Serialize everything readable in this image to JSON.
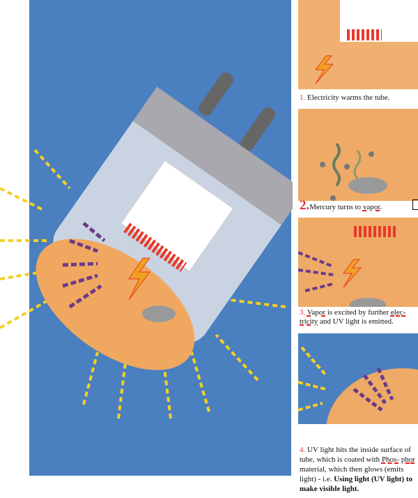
{
  "colors": {
    "background_blue": "#4a7fc0",
    "tube_orange": "#f0a860",
    "filament_red": "#e83a2a",
    "uv_purple": "#6a3a8a",
    "light_yellow": "#f5d020",
    "step_number_red": "#e03040"
  },
  "steps": [
    {
      "number": "1.",
      "text": "Electricity warms the tube."
    },
    {
      "number": "2.",
      "text_before": "Mercury turns to ",
      "underlined": "vapor",
      "text_after": "."
    },
    {
      "number": "3.",
      "underlined_1": "Vapor",
      "text_1": " is excited by further ",
      "underlined_2": "elec-",
      "underlined_3": "tricity",
      "text_2": " and UV light is emitted."
    },
    {
      "number": "4.",
      "text_1": " UV light hits the inside surface of tube, which is coated with ",
      "underlined_1": "Phos-",
      "underlined_2": "phor",
      "text_2": " material, which then glows (emits light) - i.e. ",
      "bold": "Using light (UV light) to make visible light."
    }
  ]
}
